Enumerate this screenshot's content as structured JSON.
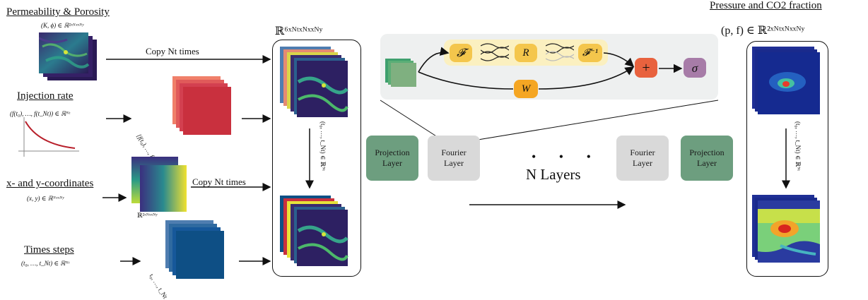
{
  "inputs": {
    "perm_title": "Permeability & Porosity",
    "perm_math": "(K, ϕ) ∈ ℝ²ˣᴺˣˣᴺʸ",
    "copy_nt_1": "Copy Nt times",
    "inj_title": "Injection rate",
    "inj_math": "(f(t₀), …, f(t_Nt)) ∈ ℝᴺᵗ",
    "inj_stack_label": "[f(t₀), …, f(t_Nt)]",
    "xy_title": "x- and y-coordinates",
    "xy_math": "(x, y) ∈ ℝᴺˣˣᴺʸ",
    "xy_grid_label": "ℝ²ˣᴺˣˣᴺʸ",
    "copy_nt_2": "Copy Nt times",
    "time_title": "Times steps",
    "time_math": "(t₀, …, t_Nt) ∈ ℝᴺᵗ",
    "time_stack_label": "t₀, …, t_Nt"
  },
  "stack": {
    "dim_label": "ℝ⁶ˣᴺᵗˣᴺˣˣᴺʸ",
    "time_arrow_label": "(t₀, …, t_Nt) ∈ ℝᴺᵗ"
  },
  "fourier_detail": {
    "F": "𝓕",
    "R": "R",
    "Finv": "𝓕⁻¹",
    "W": "W",
    "plus": "+",
    "sigma": "σ"
  },
  "pipeline": {
    "projection_in": [
      "Projection",
      "Layer"
    ],
    "fourier_1": [
      "Fourier",
      "Layer"
    ],
    "dots": "• • •",
    "n_layers": "N Layers",
    "fourier_2": [
      "Fourier",
      "Layer"
    ],
    "projection_out": [
      "Projection",
      "Layer"
    ]
  },
  "output": {
    "title": "Pressure and CO2 fraction",
    "math": "(p, f) ∈ ℝ²ˣᴺᵗˣᴺˣˣᴺʸ",
    "time_arrow_label": "(t₀, …, t_Nt) ∈ ℝᴺᵗ"
  },
  "colors": {
    "green_box": "#6d9e7f",
    "gray_box": "#d9d9d9",
    "fourier_panel": "#eef0f0",
    "op_yellow": "#f4c64c",
    "op_orange": "#f5a623",
    "plus_red": "#e8623e",
    "sigma_purple": "#a77ca8",
    "injection_curve": "#b8202b"
  }
}
